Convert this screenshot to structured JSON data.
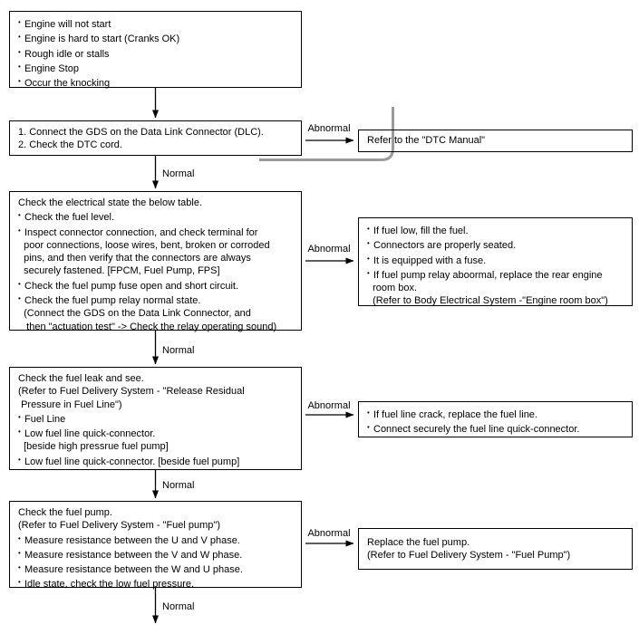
{
  "labels": {
    "normal": "Normal",
    "abnormal": "Abnormal"
  },
  "colors": {
    "border": "#000000",
    "text": "#000000",
    "artifact": "#9b9b9b",
    "background": "#ffffff"
  },
  "boxes": {
    "symptoms": {
      "lines": [
        "• Engine will not start",
        "• Engine is hard to start (Cranks OK)",
        "• Rough idle or stalls",
        "• Engine Stop",
        "• Occur the knocking"
      ]
    },
    "check_dtc": {
      "lines": [
        "1. Connect the GDS on the Data Link Connector (DLC).",
        "2. Check the DTC cord."
      ]
    },
    "check_electrical": {
      "lines": [
        "Check the electrical state the below table.",
        "• Check the fuel level.",
        "• Inspect connector connection, and check terminal for",
        "  poor connections, loose wires, bent, broken or corroded",
        "  pins, and then verify that the connectors are always",
        "  securely fastened. [FPCM, Fuel Pump, FPS]",
        "• Check the fuel pump fuse open and short circuit.",
        "• Check the fuel pump relay normal state.",
        "  (Connect the GDS on the Data Link Connector, and",
        "   then \"actuation test\" -> Check the relay operating sound)"
      ]
    },
    "check_fuel_leak": {
      "lines": [
        "Check the fuel leak and see.",
        "(Refer to Fuel Delivery System - \"Release Residual",
        " Pressure in Fuel Line\")",
        "• Fuel Line",
        "• Low fuel line quick-connector.",
        "  [beside high pressrue fuel pump]",
        "• Low fuel line quick-connector. [beside fuel pump]"
      ]
    },
    "check_fuel_pump": {
      "lines": [
        "Check the fuel pump.",
        "(Refer to Fuel Delivery System - \"Fuel pump\")",
        "• Measure resistance between the U and V phase.",
        "• Measure resistance between the V and W phase.",
        "• Measure resistance between the W and U phase.",
        "• Idle state, check the low fuel pressure."
      ]
    },
    "refer_dtc_manual": {
      "lines": [
        "Refer to the \"DTC Manual\""
      ]
    },
    "fix_electrical": {
      "lines": [
        "• If fuel low, fill the fuel.",
        "• Connectors are properly seated.",
        "• It is equipped with a fuse.",
        "• If fuel pump relay aboormal, replace the rear engine",
        "  room box.",
        "  (Refer to Body Electrical System -\"Engine room box\")"
      ]
    },
    "fix_fuel_line": {
      "lines": [
        "• If fuel line crack, replace the fuel line.",
        "• Connect securely the fuel line quick-connector."
      ]
    },
    "replace_fuel_pump": {
      "lines": [
        "Replace the fuel pump.",
        "(Refer to Fuel Delivery System - \"Fuel Pump\")"
      ]
    }
  }
}
